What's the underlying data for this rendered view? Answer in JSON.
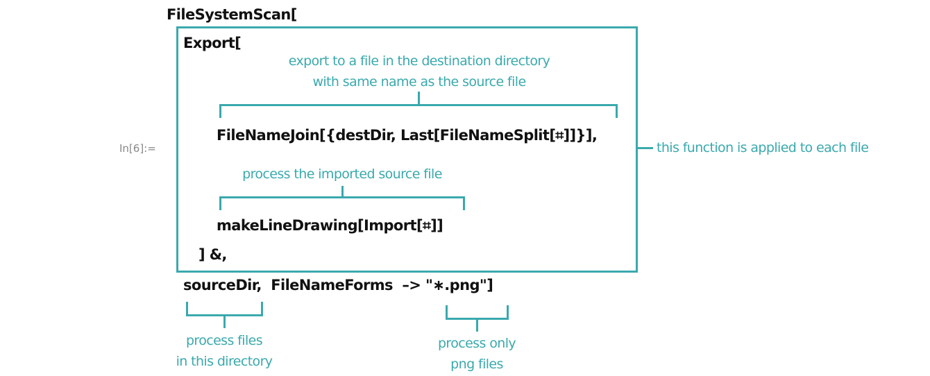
{
  "input_label": "In[6]:=",
  "code": {
    "line1": "FileSystemScan[",
    "line2": "Export[",
    "line3": "FileNameJoin[{destDir, Last[FileNameSplit[⌗]]}],",
    "line4": "makeLineDrawing[Import[⌗]]",
    "line5": "] &,",
    "line6": "sourceDir,  FileNameForms  –> \"∗.png\"]"
  },
  "annotations": {
    "export_target_line1": "export to a file in the destination directory",
    "export_target_line2": "with same name as the source file",
    "process_import": "process the imported source file",
    "function_applied": "this function is applied to each file",
    "source_dir_line1": "process files",
    "source_dir_line2": "in this directory",
    "png_only_line1": "process only",
    "png_only_line2": "png files"
  },
  "colors": {
    "accent": "#3aa9ad",
    "code_text": "#111111",
    "label_text": "#888888"
  }
}
